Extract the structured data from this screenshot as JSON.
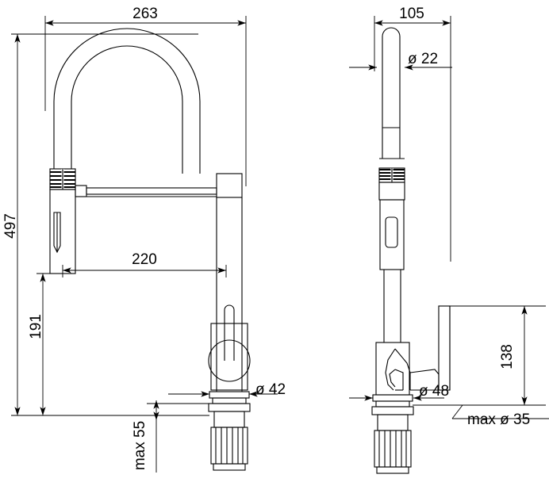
{
  "drawing": {
    "title": "Kitchen faucet technical dimension drawing",
    "views": [
      {
        "name": "front-view",
        "label": ""
      },
      {
        "name": "side-view",
        "label": ""
      }
    ],
    "line_color": "#000000",
    "background_color": "#ffffff"
  },
  "dimensions": {
    "front_width": "263",
    "front_total_height": "497",
    "front_spout_reach": "220",
    "front_spray_head_height": "191",
    "front_base_diameter": "ø 42",
    "front_max_thickness": "max 55",
    "side_width": "105",
    "side_hose_diameter": "ø 22",
    "side_handle_height": "138",
    "side_base_diameter": "ø 48",
    "side_max_hole_diameter": "max ø 35"
  }
}
